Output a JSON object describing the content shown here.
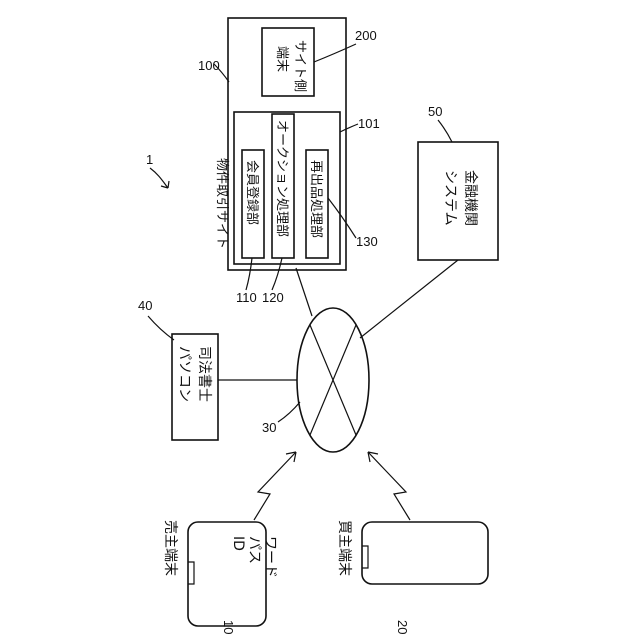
{
  "figure_id": "1",
  "site": {
    "ref": "100",
    "label": "物件取引サイト",
    "sub_ref": "101",
    "terminal": {
      "ref": "200",
      "line1": "サイト側",
      "line2": "端末"
    },
    "modules": [
      {
        "ref": "110",
        "label": "会員登録部"
      },
      {
        "ref": "120",
        "label": "オークション処理部"
      },
      {
        "ref": "130",
        "label": "再出品処理部"
      }
    ]
  },
  "network": {
    "ref": "30"
  },
  "scrivener": {
    "ref": "40",
    "line1": "司法書士",
    "line2": "パソコン"
  },
  "finance": {
    "ref": "50",
    "line1": "金融機関",
    "line2": "システム"
  },
  "seller": {
    "ref": "10",
    "label": "売主端末",
    "line1": "ID",
    "line2": "パス",
    "line3": "ワード"
  },
  "buyer": {
    "ref": "20",
    "label": "買主端末"
  }
}
